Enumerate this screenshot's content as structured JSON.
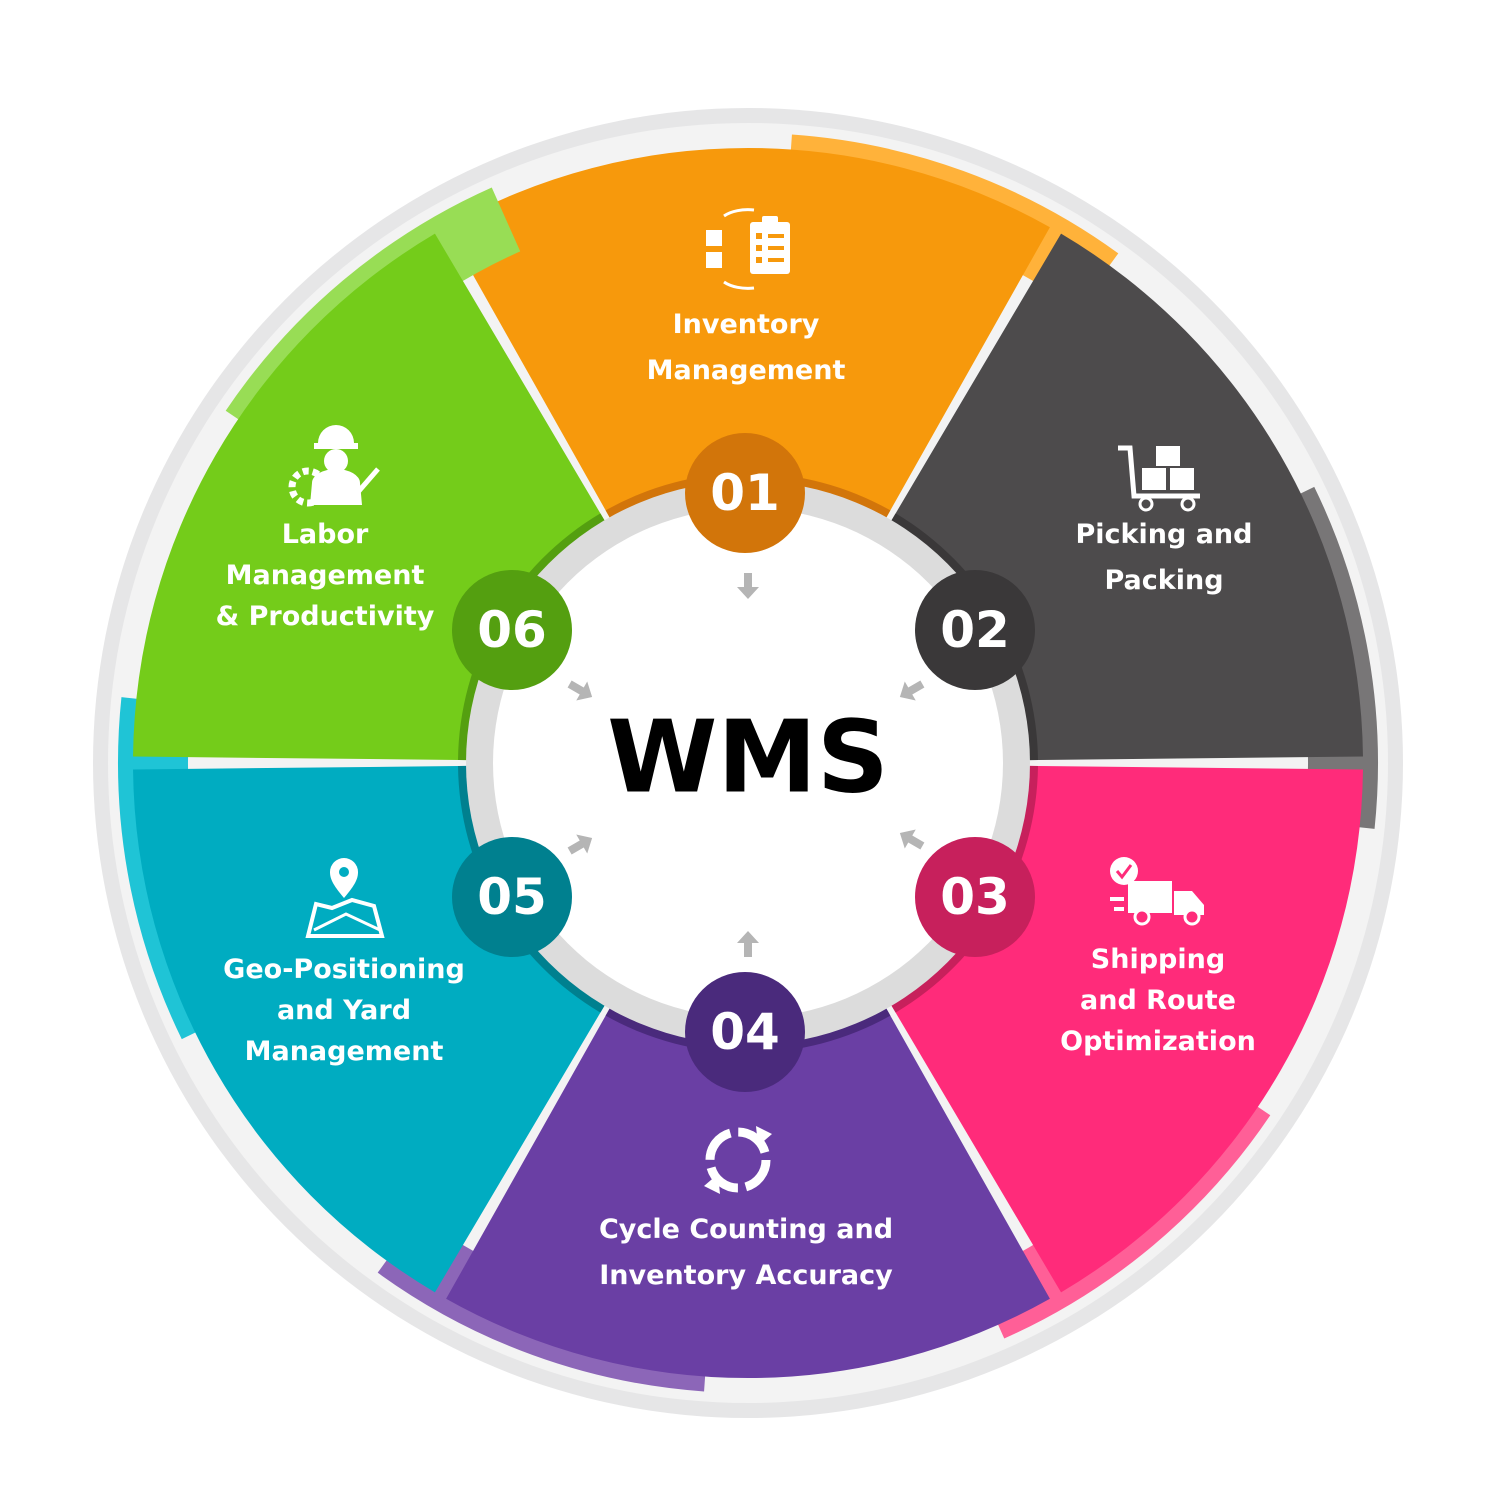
{
  "center": {
    "title": "WMS"
  },
  "segments": [
    {
      "number": "01",
      "lines": [
        "Inventory",
        "Management"
      ],
      "icon": "inventory-clipboard-icon",
      "color": "#F7990C",
      "dark": "#D2750A",
      "light": "#FFB23A"
    },
    {
      "number": "02",
      "lines": [
        "Picking and",
        "Packing"
      ],
      "icon": "trolley-boxes-icon",
      "color": "#4D4B4C",
      "dark": "#3A3839",
      "light": "#787677"
    },
    {
      "number": "03",
      "lines": [
        "Shipping",
        "and Route",
        "Optimization"
      ],
      "icon": "delivery-truck-icon",
      "color": "#FF2B7A",
      "dark": "#C7205C",
      "light": "#FF5F97"
    },
    {
      "number": "04",
      "lines": [
        "Cycle Counting and",
        "Inventory Accuracy"
      ],
      "icon": "cycle-arrows-icon",
      "color": "#6A3FA4",
      "dark": "#4A2A7C",
      "light": "#8C66B8"
    },
    {
      "number": "05",
      "lines": [
        "Geo-Positioning",
        "and Yard",
        "Management"
      ],
      "icon": "map-pin-icon",
      "color": "#00ACC1",
      "dark": "#00808F",
      "light": "#1FC4D6"
    },
    {
      "number": "06",
      "lines": [
        "Labor",
        "Management",
        "& Productivity"
      ],
      "icon": "worker-gear-icon",
      "color": "#74CC1A",
      "dark": "#549F10",
      "light": "#98DD55"
    }
  ]
}
